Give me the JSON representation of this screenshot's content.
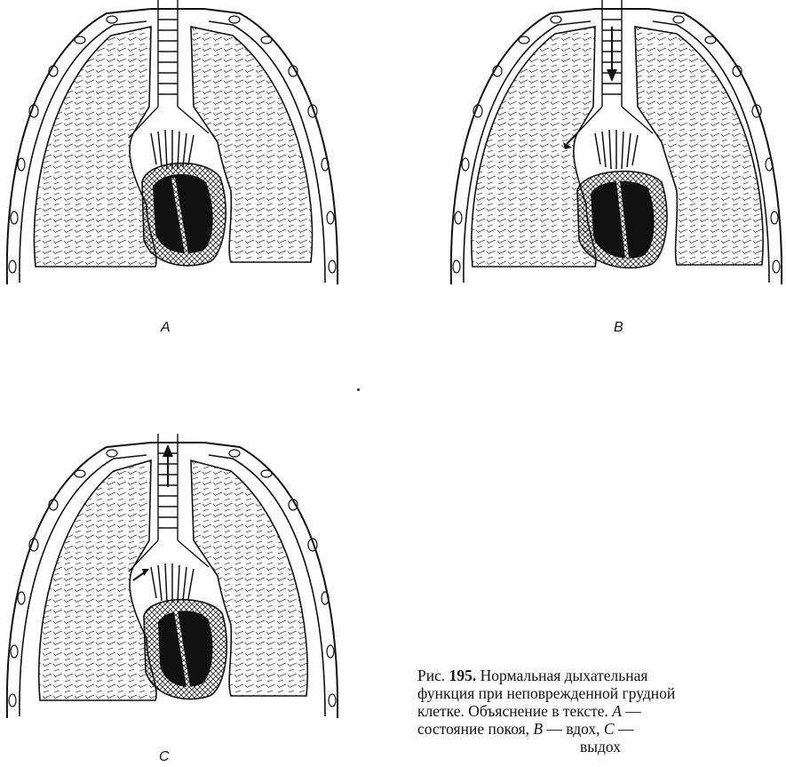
{
  "panels": [
    {
      "id": "A",
      "label": "A",
      "state": "rest"
    },
    {
      "id": "B",
      "label": "B",
      "state": "inhale"
    },
    {
      "id": "C",
      "label": "C",
      "state": "exhale"
    }
  ],
  "caption": {
    "prefix": "Рис.",
    "number": "195.",
    "title_l1": "Нормальная дыхательная",
    "l2": "функция при неповрежденной грудной",
    "l3": "клетке. Объяснение в тексте.",
    "key_a": "А",
    "l3_tail": " —",
    "l4_pre": "состояние покоя, ",
    "key_b": "B",
    "l4_mid": " — вдох, ",
    "key_c": "C",
    "l4_tail": " —",
    "l5": "выдох"
  }
}
